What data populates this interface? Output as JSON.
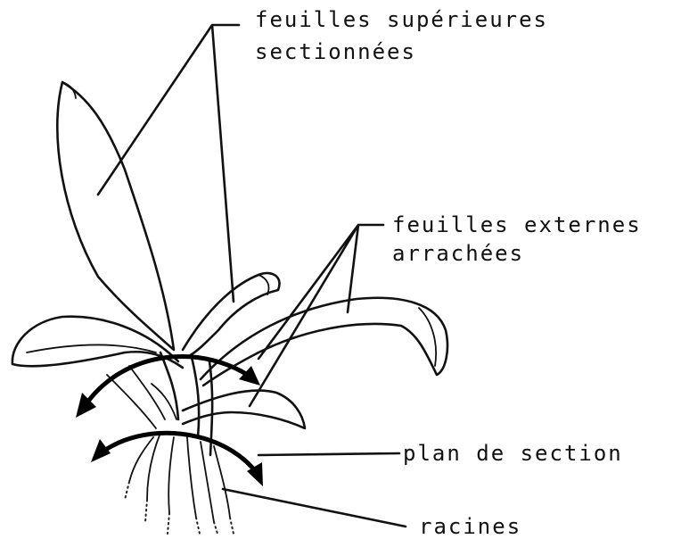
{
  "labels": {
    "upper_leaves_line1": "feuilles supérieures",
    "upper_leaves_line2": "sectionnées",
    "outer_leaves_line1": "feuilles externes",
    "outer_leaves_line2": "arrachées",
    "section_plane": "plan de section",
    "roots": "racines"
  }
}
